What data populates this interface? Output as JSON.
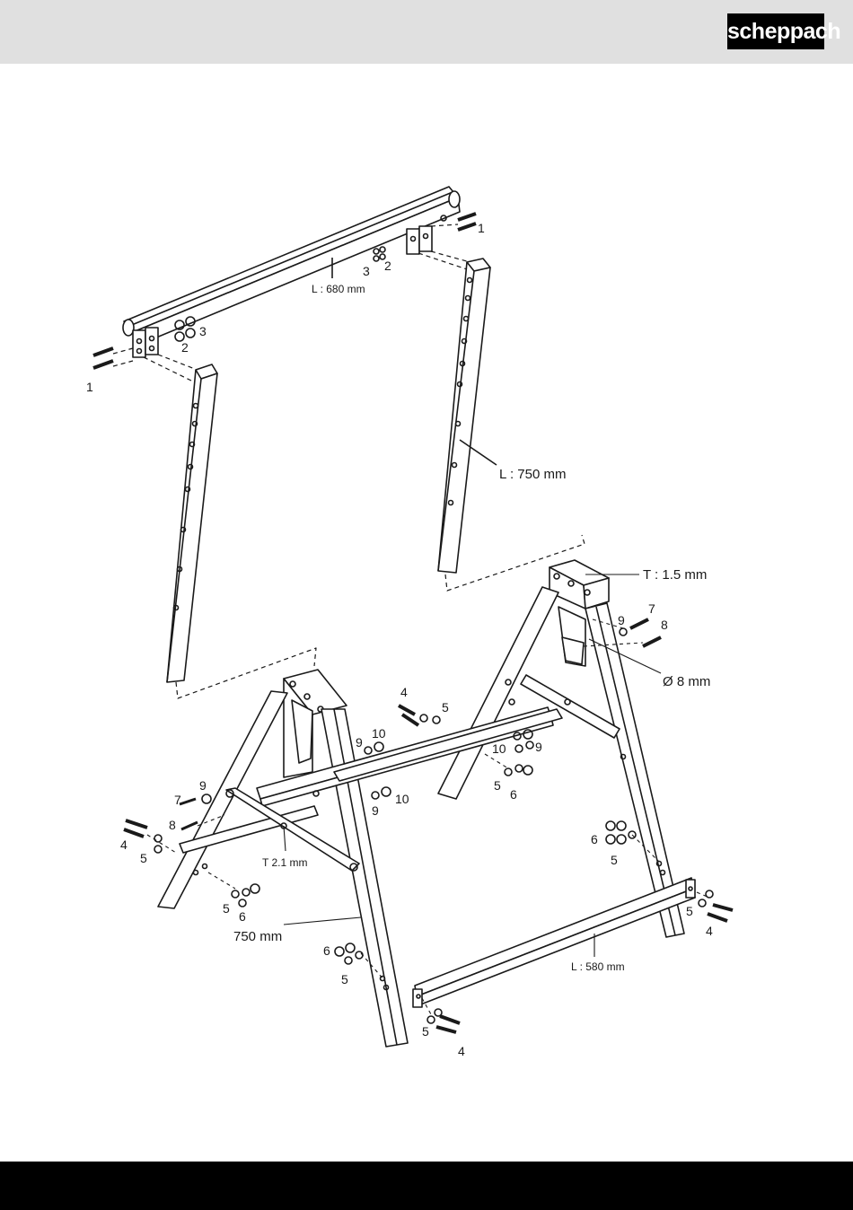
{
  "header": {
    "logo": "scheppach"
  },
  "diagram": {
    "dimensions": {
      "top_rail": "L : 680 mm",
      "leg": "L : 750 mm",
      "thickness": "T : 1.5 mm",
      "diameter": "Ø 8 mm",
      "brace": "T 2.1 mm",
      "frame": "750 mm",
      "bottom_bar": "L : 580 mm"
    },
    "parts": {
      "p1": "1",
      "p2": "2",
      "p3": "3",
      "p4": "4",
      "p5": "5",
      "p6": "6",
      "p7": "7",
      "p8": "8",
      "p9": "9",
      "p10": "10"
    }
  }
}
